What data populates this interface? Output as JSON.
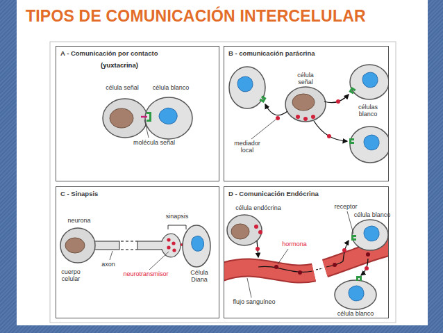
{
  "diagram": {
    "title": "TIPOS DE COMUNICACIÓN INTERCELULAR",
    "nodes": [
      {
        "text": [
          "A - Comunicación por contacto",
          "(yuxtacrina)"
        ]
      },
      {
        "text": [
          "B - comunicación parácrina"
        ]
      },
      {
        "text": [
          "C - Sinapsis"
        ]
      },
      {
        "text": [
          "D - Comunicación Endócrina"
        ]
      }
    ],
    "labels": [
      "célula señal",
      "célula blanco",
      "molécula señal",
      "célula señal",
      "células blanco",
      "mediador local",
      "neurona",
      "sinapsis",
      "axon",
      "cuerpo celular",
      "neurotransmisor",
      "Célula Diana",
      "célula endócrina",
      "receptor",
      "célula blanco",
      "hormona",
      "flujo sanguíneo",
      "célula blanco"
    ]
  }
}
